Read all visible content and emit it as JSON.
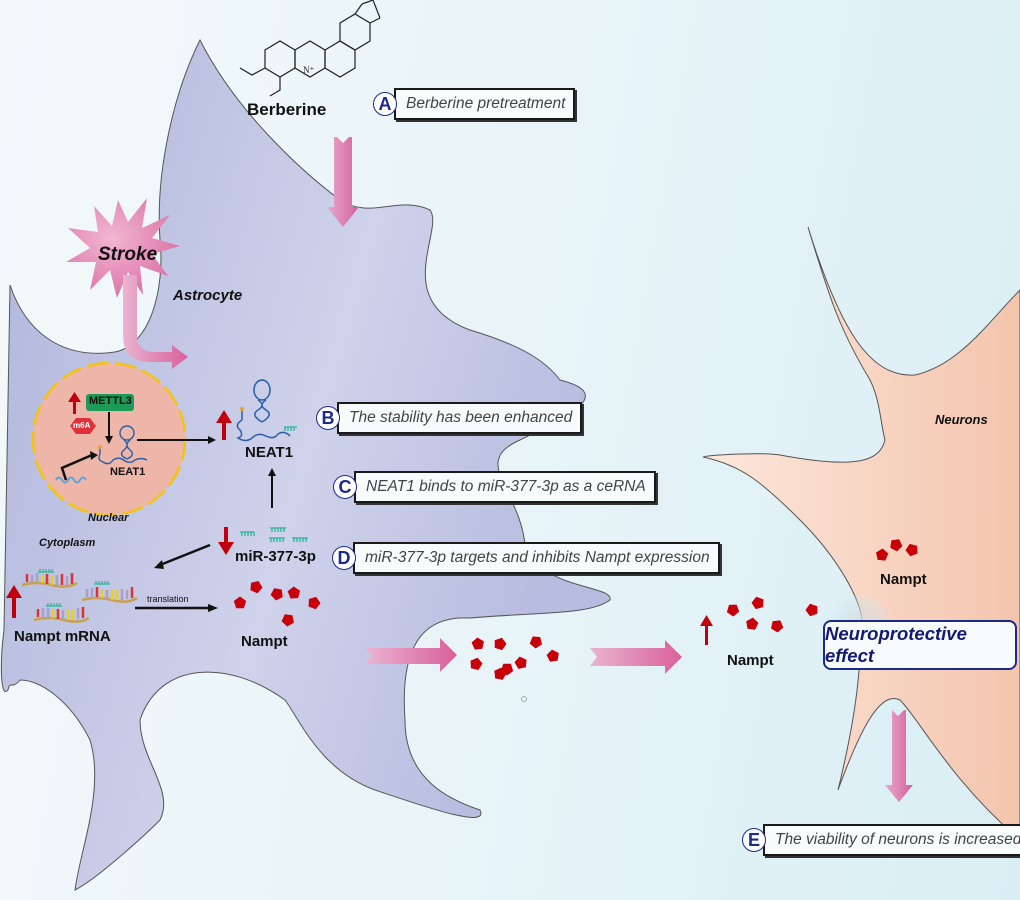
{
  "diagram": {
    "title": "Berberine pretreatment mechanism in astrocytes and neuroprotection",
    "compound": {
      "name": "Berberine",
      "structure_label": "N+"
    },
    "stimulus": {
      "label": "Stroke"
    },
    "cells": {
      "astrocyte": {
        "label": "Astrocyte",
        "cytoplasm_label": "Cytoplasm",
        "nucleus_label": "Nuclear"
      },
      "neuron": {
        "label": "Neurons"
      }
    },
    "nucleus": {
      "enzyme_label": "METTL3",
      "modification_label": "m6A",
      "lncrna_label": "NEAT1",
      "enzyme_change": "up"
    },
    "molecules": {
      "neat1_cyto": {
        "label": "NEAT1",
        "change": "up"
      },
      "mirna": {
        "label": "miR-377-3p",
        "change": "down"
      },
      "mrna": {
        "label": "Nampt mRNA",
        "change": "up"
      },
      "protein_cyto": {
        "label": "Nampt"
      },
      "protein_extracellular": {
        "label": "Nampt",
        "change": "up"
      },
      "protein_neuron": {
        "label": "Nampt"
      }
    },
    "process_labels": {
      "translation": "translation"
    },
    "callouts": [
      {
        "letter": "A",
        "text": "Berberine pretreatment"
      },
      {
        "letter": "B",
        "text": "The stability has  been enhanced"
      },
      {
        "letter": "C",
        "text": "NEAT1 binds to miR-377-3p as a ceRNA"
      },
      {
        "letter": "D",
        "text": "miR-377-3p targets and inhibits Nampt expression"
      },
      {
        "letter": "E",
        "text": "The viability of neurons is increased"
      }
    ],
    "outcome": {
      "label": "Neuroprotective effect"
    },
    "colors": {
      "astrocyte_fill": "#b3b9de",
      "neuron_fill": "#f6cdb8",
      "nucleus_fill": "#eeb6a8",
      "nucleus_border": "#f1c40f",
      "up_down_arrow": "#c0000c",
      "nampt_protein": "#c8000a",
      "flow_arrow": "#d97aa8",
      "mettl3_box": "#1d9a58",
      "m6a_badge": "#e0303a",
      "callout_letter": "#1c2a8a",
      "rna_strand": "#2a5ea8",
      "mirna": "#3fb8a0"
    }
  }
}
